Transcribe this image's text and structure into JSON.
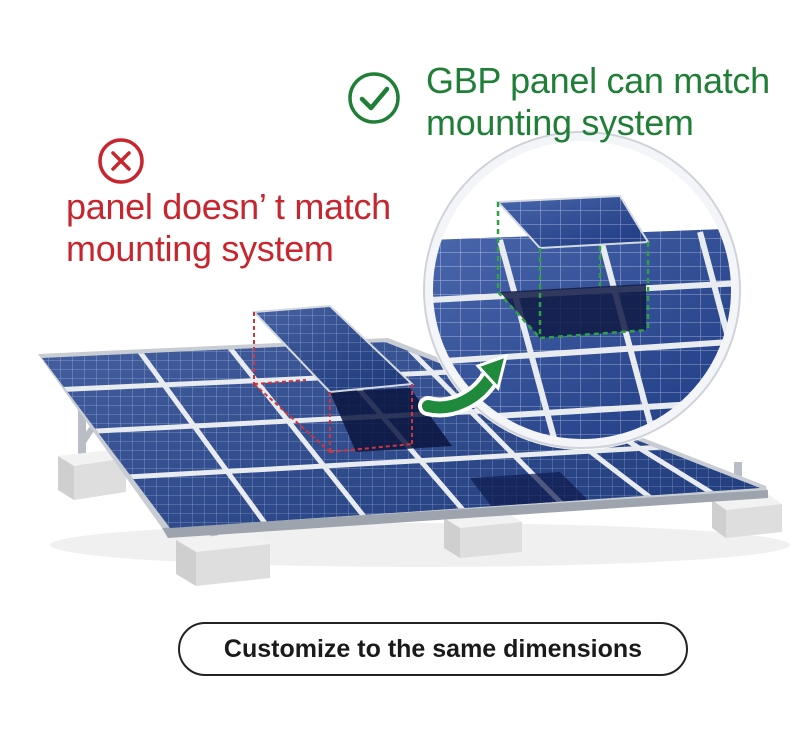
{
  "mismatch": {
    "icon": "x-circle-icon",
    "color": "#c8262e",
    "lines": [
      "panel doesn’ t match",
      "mounting system"
    ]
  },
  "match": {
    "icon": "check-circle-icon",
    "color": "#1f7f36",
    "lines": [
      "GBP panel can match",
      "mounting system"
    ]
  },
  "cta": {
    "label": "Customize to the same dimensions"
  },
  "palette": {
    "panel_blue": "#1f3f8c",
    "panel_dark": "#15276a",
    "frame": "#c8ccd3",
    "concrete": "#e2e2e2"
  }
}
